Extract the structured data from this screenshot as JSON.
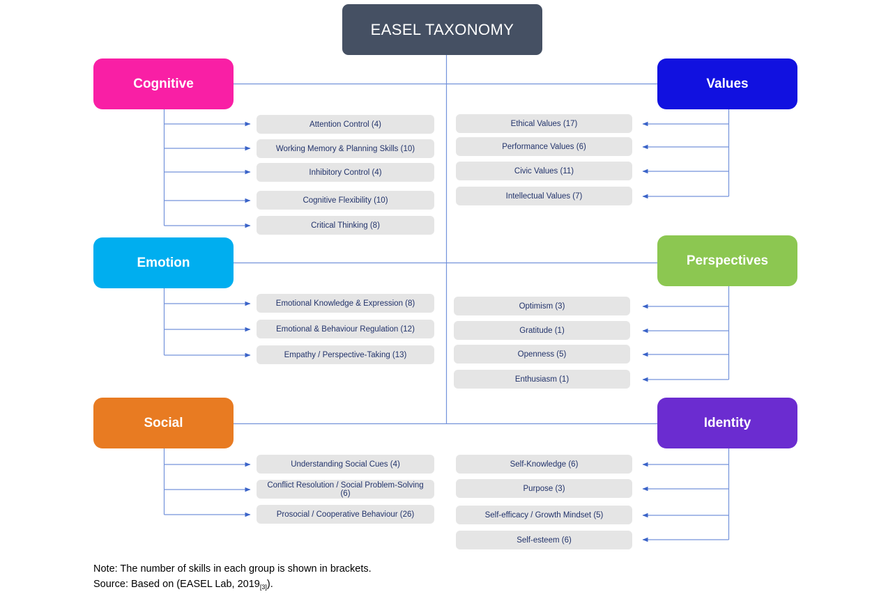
{
  "title": "EASEL TAXONOMY",
  "colors": {
    "title_box": "#455063",
    "cognitive": "#F91FA5",
    "values": "#1111E0",
    "emotion": "#00AEEF",
    "perspectives": "#8CC751",
    "social": "#E87B22",
    "identity": "#6B2CD0",
    "leaf_background": "#E5E5E5",
    "leaf_text": "#22336B",
    "connector": "#6E8FD4",
    "page_background": "#FFFFFF"
  },
  "categories": {
    "cognitive": {
      "label": "Cognitive",
      "side": "left",
      "items": [
        {
          "label": "Attention  Control (4)",
          "count": 4
        },
        {
          "label": "Working Memory & Planning Skills (10)",
          "count": 10
        },
        {
          "label": "Inhibitory  Control (4)",
          "count": 4
        },
        {
          "label": "Cognitive Flexibility (10)",
          "count": 10
        },
        {
          "label": "Critical Thinking (8)",
          "count": 8
        }
      ]
    },
    "values": {
      "label": "Values",
      "side": "right",
      "items": [
        {
          "label": "Ethical Values (17)",
          "count": 17
        },
        {
          "label": "Performance Values (6)",
          "count": 6
        },
        {
          "label": "Civic Values (11)",
          "count": 11
        },
        {
          "label": "Intellectual  Values (7)",
          "count": 7
        }
      ]
    },
    "emotion": {
      "label": "Emotion",
      "side": "left",
      "items": [
        {
          "label": "Emotional Knowledge & Expression (8)",
          "count": 8
        },
        {
          "label": "Emotional & Behaviour Regulation (12)",
          "count": 12
        },
        {
          "label": "Empathy / Perspective-Taking (13)",
          "count": 13
        }
      ]
    },
    "perspectives": {
      "label": "Perspectives",
      "side": "right",
      "items": [
        {
          "label": "Optimism (3)",
          "count": 3
        },
        {
          "label": "Gratitude  (1)",
          "count": 1
        },
        {
          "label": "Openness (5)",
          "count": 5
        },
        {
          "label": "Enthusiasm (1)",
          "count": 1
        }
      ]
    },
    "social": {
      "label": "Social",
      "side": "left",
      "items": [
        {
          "label": "Understanding  Social Cues (4)",
          "count": 4
        },
        {
          "label": "Conflict  Resolution / Social Problem-Solving (6)",
          "count": 6
        },
        {
          "label": "Prosocial / Cooperative Behaviour (26)",
          "count": 26
        }
      ]
    },
    "identity": {
      "label": "Identity",
      "side": "right",
      "items": [
        {
          "label": "Self-Knowledge (6)",
          "count": 6
        },
        {
          "label": "Purpose (3)",
          "count": 3
        },
        {
          "label": "Self-efficacy  / Growth Mindset (5)",
          "count": 5
        },
        {
          "label": "Self-esteem  (6)",
          "count": 6
        }
      ]
    }
  },
  "footnote": {
    "note_line": "Note: The number of skills in each group is shown in brackets.",
    "source_prefix": "Source: Based on (EASEL Lab, 2019",
    "source_citation": "[3]",
    "source_suffix": ")."
  }
}
